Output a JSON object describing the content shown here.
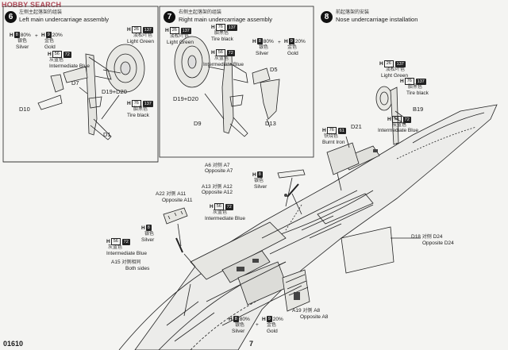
{
  "watermark": "HOBBY SEARCH",
  "footer": {
    "code": "01610",
    "page": "7"
  },
  "paint": {
    "silver": "Silver",
    "gold": "Gold",
    "light_green": "Light Green",
    "tire_black": "Tire black",
    "intermediate_blue": "Intermediate Blue",
    "burnt_iron": "Burnt Iron",
    "cn_silver": "银色",
    "cn_gold": "金色",
    "cn_light_green": "淡松叶色",
    "cn_tire_black": "胎黑色",
    "cn_intermediate_blue": "灰蓝色",
    "cn_burnt_iron": "铁烧色",
    "h": "H",
    "plus": "+",
    "pct80": "80%",
    "pct20": "20%",
    "n8": "8",
    "n9": "9",
    "n26": "26",
    "n137": "137",
    "n56": "56",
    "n72": "72",
    "n76": "76",
    "n61": "61"
  },
  "steps": [
    {
      "num": "6",
      "cn": "左侧主起落架的组装",
      "title": "Left main undercarriage assembly"
    },
    {
      "num": "7",
      "cn": "右侧主起落架的组装",
      "title": "Right main undercarriage assembly"
    },
    {
      "num": "8",
      "cn": "前起落架的安装",
      "title": "Nose undercarriage installation"
    }
  ],
  "parts": {
    "d7": "D7",
    "d10": "D10",
    "d1": "D1",
    "d19d20": "D19+D20",
    "d5": "D5",
    "d9": "D9",
    "d13": "D13",
    "d19d20b": "D19+D20",
    "d21": "D21",
    "b19": "B19",
    "a6": "A6",
    "a6_cn": "对侧",
    "a6_opp": "Opposite A7",
    "a6_n": "A7",
    "a13": "A13",
    "a13_cn": "对侧",
    "a13_n": "A12",
    "a13_opp": "Opposite A12",
    "a22": "A22",
    "a22_cn": "对侧",
    "a22_n": "A11",
    "a22_opp": "Opposite A11",
    "a15": "A15",
    "a15_cn": "对侧相同",
    "a15_both": "Both sides",
    "d18": "D18",
    "d18_cn": "对侧",
    "d18_n": "D24",
    "d18_opp": "Opposite D24",
    "a19": "A19",
    "a19_cn": "对侧",
    "a19_n": "A8",
    "a19_opp": "Opposite A8"
  }
}
